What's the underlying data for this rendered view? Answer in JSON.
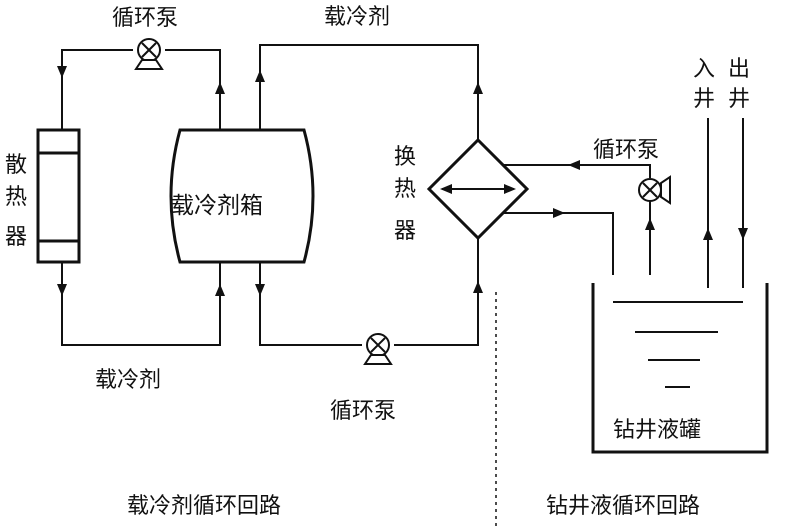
{
  "labels": {
    "pump_top": "循环泵",
    "coolant_top": "载冷剂",
    "radiator": [
      "散",
      "热",
      "器"
    ],
    "tank": "载冷剂箱",
    "heat_exchanger": [
      "换",
      "热",
      "器"
    ],
    "pump_right": "循环泵",
    "inlet": [
      "入",
      "井"
    ],
    "outlet": [
      "出",
      "井"
    ],
    "coolant_bottom": "载冷剂",
    "pump_bottom": "循环泵",
    "drilling_tank": "钻井液罐",
    "loop_left": "载冷剂循环回路",
    "loop_right": "钻井液循环回路"
  }
}
